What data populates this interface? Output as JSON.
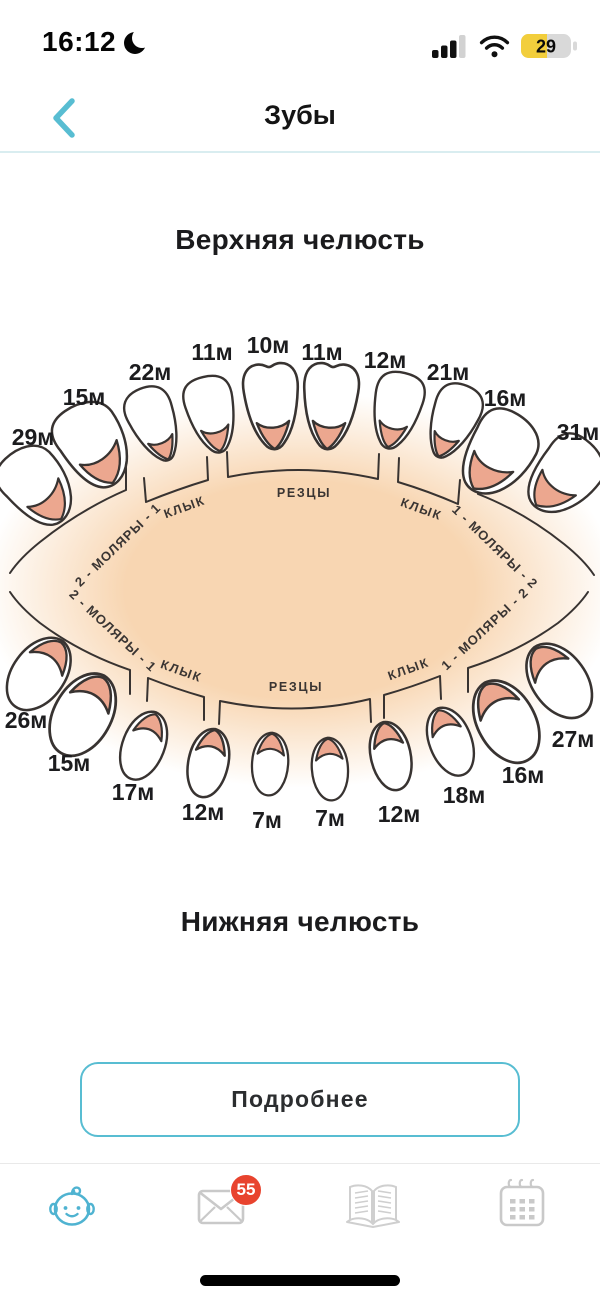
{
  "status_bar": {
    "time": "16:12",
    "battery_percent": "29"
  },
  "nav": {
    "title": "Зубы"
  },
  "upper_jaw": {
    "title": "Верхняя челюсть",
    "groups": {
      "molars_left": "2 - МОЛЯРЫ - 1",
      "canine_left": "КЛЫК",
      "incisors": "РЕЗЦЫ",
      "canine_right": "КЛЫК",
      "molars_right": "1 - МОЛЯРЫ - 2"
    },
    "teeth": [
      {
        "label": "29м",
        "type": "molar"
      },
      {
        "label": "15м",
        "type": "molar"
      },
      {
        "label": "22м",
        "type": "canine"
      },
      {
        "label": "11м",
        "type": "incisor"
      },
      {
        "label": "10м",
        "type": "incisor_central"
      },
      {
        "label": "11м",
        "type": "incisor_central"
      },
      {
        "label": "12м",
        "type": "incisor"
      },
      {
        "label": "21м",
        "type": "canine"
      },
      {
        "label": "16м",
        "type": "molar"
      },
      {
        "label": "31м",
        "type": "molar"
      }
    ]
  },
  "lower_jaw": {
    "title": "Нижняя челюсть",
    "groups": {
      "molars_left": "2 - МОЛЯРЫ - 1",
      "canine_left": "КЛЫК",
      "incisors": "РЕЗЦЫ",
      "canine_right": "КЛЫК",
      "molars_right": "1 - МОЛЯРЫ - 2"
    },
    "teeth": [
      {
        "label": "26м",
        "type": "molar"
      },
      {
        "label": "15м",
        "type": "molar"
      },
      {
        "label": "17м",
        "type": "canine"
      },
      {
        "label": "12м",
        "type": "incisor"
      },
      {
        "label": "7м",
        "type": "incisor"
      },
      {
        "label": "7м",
        "type": "incisor"
      },
      {
        "label": "12м",
        "type": "incisor"
      },
      {
        "label": "18м",
        "type": "canine"
      },
      {
        "label": "16м",
        "type": "molar"
      },
      {
        "label": "27м",
        "type": "molar"
      }
    ]
  },
  "details_button": {
    "label": "Подробнее"
  },
  "tab_bar": {
    "items": [
      {
        "name": "baby",
        "active": true
      },
      {
        "name": "mail",
        "active": false,
        "badge": "55"
      },
      {
        "name": "book",
        "active": false
      },
      {
        "name": "calendar",
        "active": false
      }
    ]
  },
  "colors": {
    "accent": "#58bdd2",
    "badge_red": "#e8432e",
    "gum": "#eca78f",
    "mouth": "#f8d8b6",
    "outline": "#383331",
    "inactive_gray": "#c9c9c9",
    "battery_yellow": "#f2ce3c"
  }
}
